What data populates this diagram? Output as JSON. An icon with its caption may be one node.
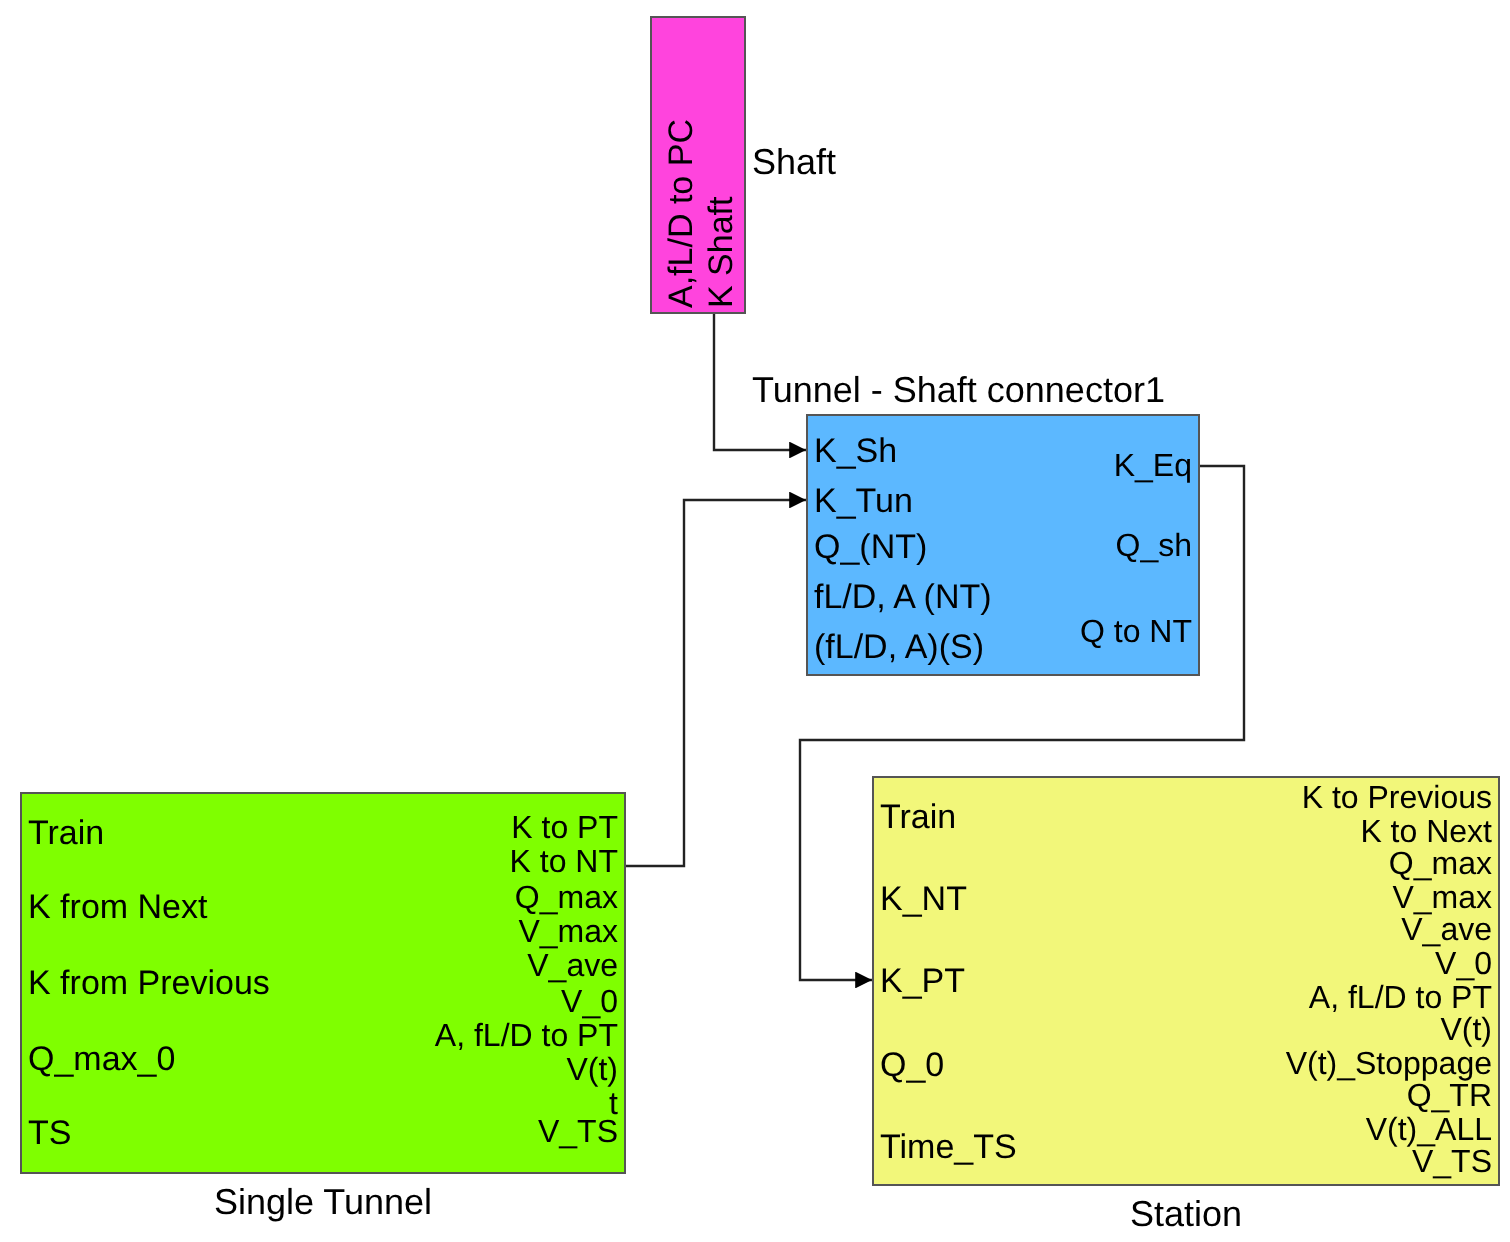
{
  "diagram": {
    "nodes": [
      {
        "text": [
          "Shaft",
          "A,fL/D to PC",
          "K Shaft"
        ]
      },
      {
        "text": [
          "Tunnel - Shaft connector1",
          "K_Sh",
          "K_Tun",
          "Q_(NT)",
          "fL/D, A (NT)",
          "(fL/D, A)(S)",
          "K_Eq",
          "Q_sh",
          "Q to NT"
        ]
      },
      {
        "text": [
          "Single Tunnel",
          "Train",
          "K from Next",
          "K from Previous",
          "Q_max_0",
          "TS",
          "K to PT",
          "K to NT",
          "Q_max",
          "V_max",
          "V_ave",
          "V_0",
          "A, fL/D to PT",
          "V(t)",
          "t",
          "V_TS"
        ]
      },
      {
        "text": [
          "Station",
          "Train",
          "K_NT",
          "K_PT",
          "Q_0",
          "Time_TS",
          "K to Previous",
          "K to Next",
          "Q_max",
          "V_max",
          "V_ave",
          "V_0",
          "A, fL/D to PT",
          "V(t)",
          "V(t)_Stoppage",
          "Q_TR",
          "V(t)_ALL",
          "V_TS"
        ]
      }
    ],
    "edges": [
      {
        "from": 0,
        "to": 1,
        "arrow": "to"
      },
      {
        "from": 2,
        "to": 1,
        "arrow": "to"
      },
      {
        "from": 1,
        "to": 3,
        "arrow": "to"
      }
    ]
  }
}
